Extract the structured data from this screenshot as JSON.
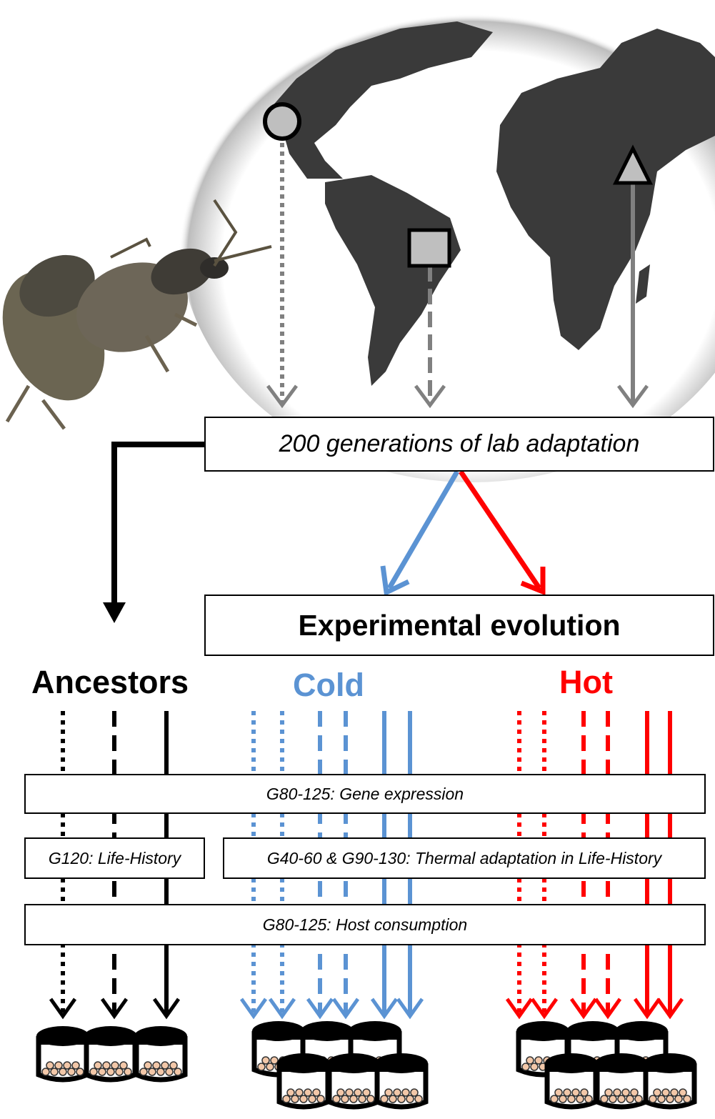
{
  "title_box": {
    "text": "200 generations of lab adaptation"
  },
  "evolution_box": {
    "text": "Experimental evolution"
  },
  "groups": {
    "ancestors": {
      "label": "Ancestors",
      "color": "#000000"
    },
    "cold": {
      "label": "Cold",
      "color": "#5b93d3"
    },
    "hot": {
      "label": "Hot",
      "color": "#ff0000"
    }
  },
  "assays": {
    "gene_expression": "G80-125: Gene expression",
    "life_history": "G120: Life-History",
    "thermal": "G40-60 & G90-130: Thermal adaptation in Life-History",
    "host_consumption": "G80-125: Host consumption"
  },
  "origins": [
    {
      "marker": "circle-marker",
      "line": "dotted"
    },
    {
      "marker": "square-marker",
      "line": "dashed"
    },
    {
      "marker": "triangle-marker",
      "line": "solid"
    }
  ],
  "colors": {
    "globe": "#3a3a3a",
    "origin_arrow": "#808080",
    "marker_fill": "#bfbfbf"
  }
}
